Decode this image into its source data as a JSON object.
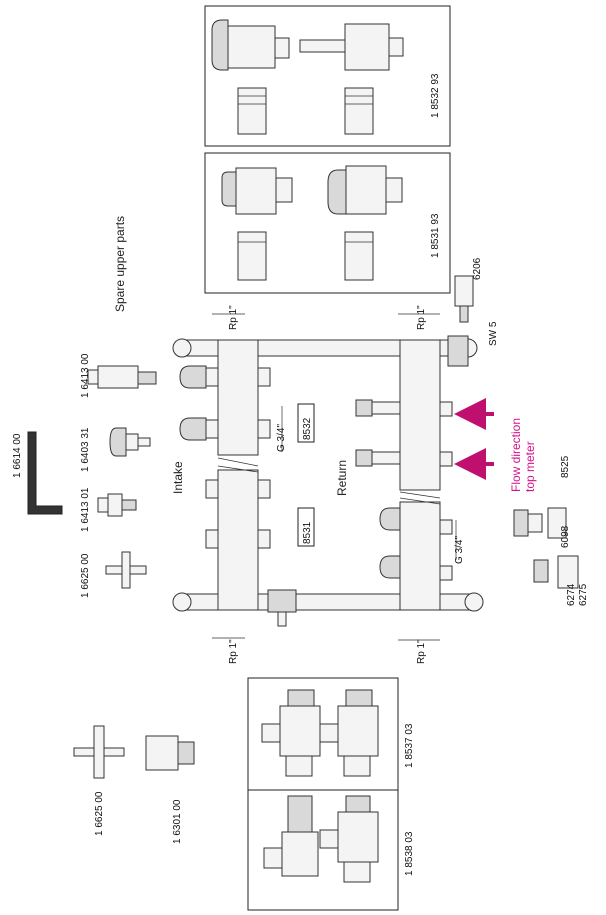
{
  "labels": {
    "part_18532_93": "1 8532 93",
    "part_18531_93": "1 8531 93",
    "part_6206": "6206",
    "spare_upper_parts": "Spare upper parts",
    "part_16614_00": "1 6614 00",
    "part_16413_00": "1 6413 00",
    "part_16403_31": "1 6403 31",
    "part_16413_01": "1 6413 01",
    "part_16625_00_top": "1 6625 00",
    "intake": "Intake",
    "return": "Return",
    "box_8532": "8532",
    "box_8531": "8531",
    "g34_top": "G 3/4\"",
    "g34_bottom": "G 3/4\"",
    "rp1_a": "Rp 1\"",
    "rp1_b": "Rp 1\"",
    "rp1_c": "Rp 1\"",
    "rp1_d": "Rp 1\"",
    "sw5": "SW 5",
    "flow_line1": "Flow direction",
    "flow_line2": "top meter",
    "part_8525": "8525",
    "part_6098": "6098",
    "part_6274": "6274",
    "part_6275": "6275",
    "part_18537_03": "1 8537 03",
    "part_18538_03": "1 8538 03",
    "part_16625_00_bottom": "1 6625 00",
    "part_16301_00": "1 6301 00"
  },
  "colors": {
    "accent_magenta": "#d4148a",
    "line": "#222222"
  }
}
